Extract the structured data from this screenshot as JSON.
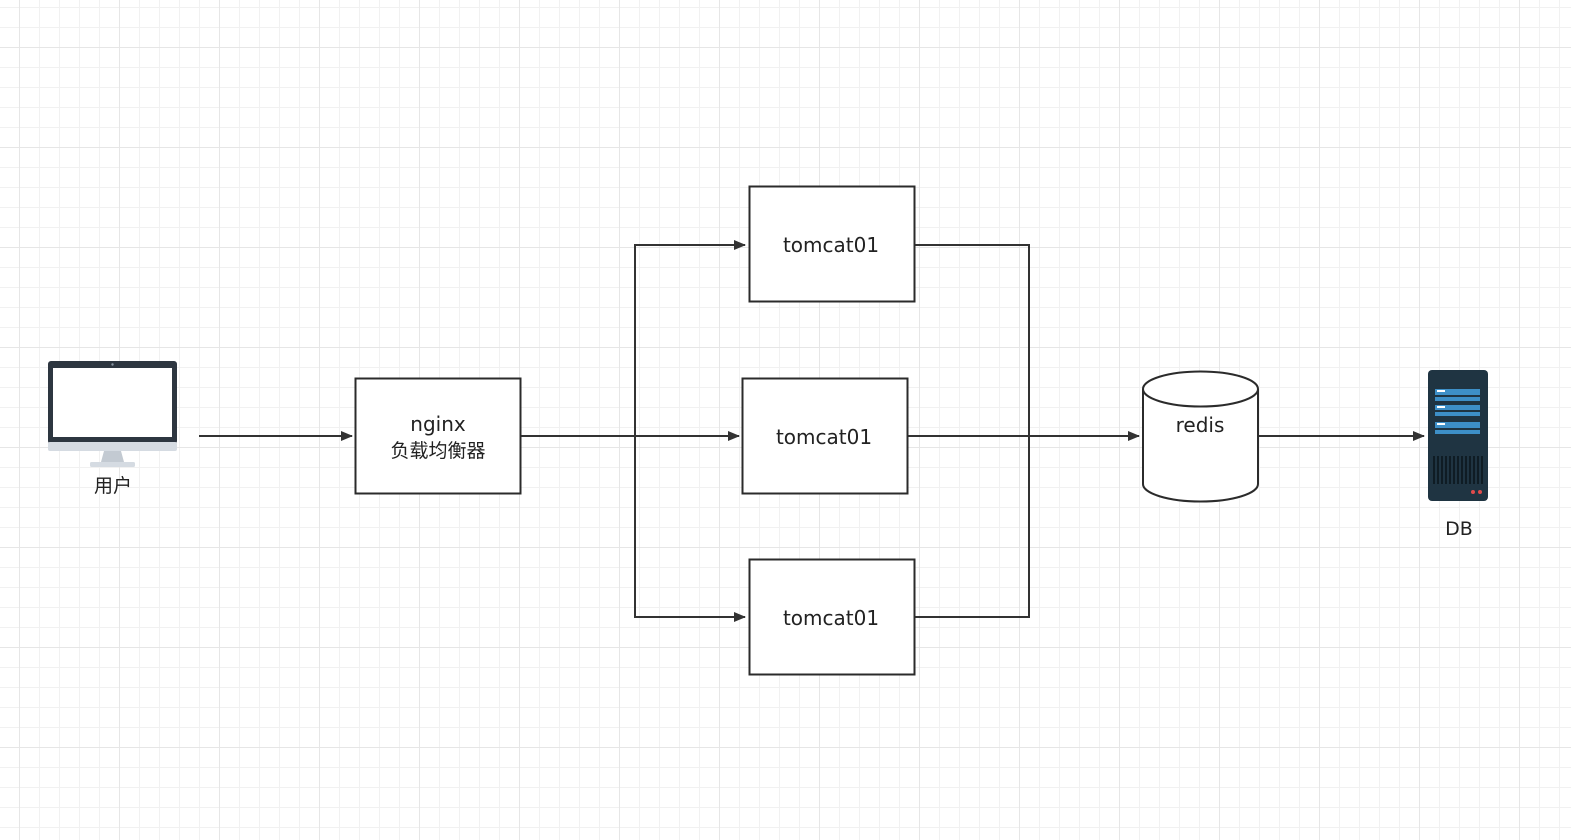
{
  "nodes": {
    "user": {
      "label": "用户",
      "icon": "monitor-icon"
    },
    "nginx": {
      "label_line1": "nginx",
      "label_line2": "负载均衡器"
    },
    "tomcat_top": {
      "label": "tomcat01"
    },
    "tomcat_middle": {
      "label": "tomcat01"
    },
    "tomcat_bottom": {
      "label": "tomcat01"
    },
    "redis": {
      "label": "redis",
      "shape": "cylinder"
    },
    "db": {
      "label": "DB",
      "icon": "server-icon"
    }
  },
  "edges": [
    {
      "from": "user",
      "to": "nginx"
    },
    {
      "from": "nginx",
      "to": "tomcat_top"
    },
    {
      "from": "nginx",
      "to": "tomcat_middle"
    },
    {
      "from": "nginx",
      "to": "tomcat_bottom"
    },
    {
      "from": "tomcat_top",
      "to": "redis"
    },
    {
      "from": "tomcat_middle",
      "to": "redis"
    },
    {
      "from": "tomcat_bottom",
      "to": "redis"
    },
    {
      "from": "redis",
      "to": "db"
    }
  ],
  "colors": {
    "stroke": "#2b2b2b",
    "monitor_frame": "#2d3640",
    "server_body": "#1f3442",
    "server_accent": "#3d8fc7"
  }
}
